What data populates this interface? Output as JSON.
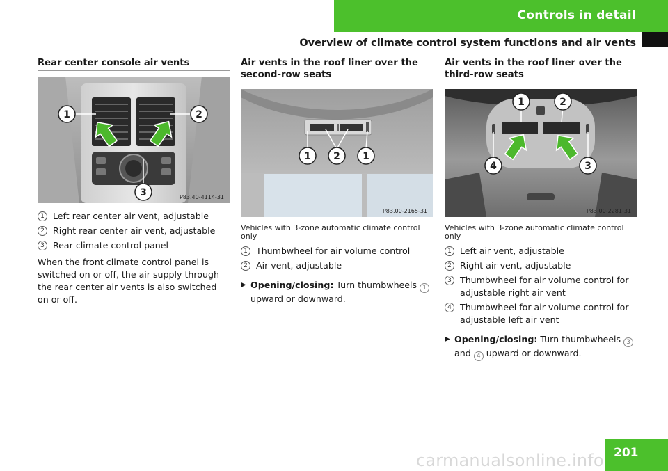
{
  "header": {
    "section": "Controls in detail",
    "subtitle": "Overview of climate control system functions and air vents"
  },
  "col1": {
    "heading": "Rear center console air vents",
    "photo_code": "P83.40-4114-31",
    "callouts": [
      "1",
      "2",
      "3"
    ],
    "legend": [
      {
        "num": "1",
        "text": "Left rear center air vent, adjustable"
      },
      {
        "num": "2",
        "text": "Right rear center air vent, adjustable"
      },
      {
        "num": "3",
        "text": "Rear climate control panel"
      }
    ],
    "paragraph": "When the front climate control panel is switched on or off, the air supply through the rear center air vents is also switched on or off."
  },
  "col2": {
    "heading": "Air vents in the roof liner over the second-row seats",
    "photo_code": "P83.00-2165-31",
    "callouts": [
      "1",
      "2",
      "1"
    ],
    "note": "Vehicles with 3-zone automatic climate control only",
    "legend": [
      {
        "num": "1",
        "text": "Thumbwheel for air volume control"
      },
      {
        "num": "2",
        "text": "Air vent, adjustable"
      }
    ],
    "instruction": {
      "label": "Opening/closing:",
      "pre": "Turn thumbwheels",
      "ref1": "1",
      "post": "upward or downward."
    }
  },
  "col3": {
    "heading": "Air vents in the roof liner over the third-row seats",
    "photo_code": "P83.00-2281-31",
    "callouts": [
      "1",
      "2",
      "3",
      "4"
    ],
    "note": "Vehicles with 3-zone automatic climate control only",
    "legend": [
      {
        "num": "1",
        "text": "Left air vent, adjustable"
      },
      {
        "num": "2",
        "text": "Right air vent, adjustable"
      },
      {
        "num": "3",
        "text": "Thumbwheel for air volume control for adjustable right air vent"
      },
      {
        "num": "4",
        "text": "Thumbwheel for air volume control for adjustable left air vent"
      }
    ],
    "instruction": {
      "label": "Opening/closing:",
      "pre": "Turn thumbwheels",
      "ref1": "3",
      "mid": "and",
      "ref2": "4",
      "post": "upward or downward."
    }
  },
  "footer": {
    "page_number": "201",
    "watermark": "carmanualsonline.info"
  },
  "colors": {
    "accent_green": "#4cc02c",
    "arrow_green": "#4cb82c",
    "rule_gray": "#9a9a9a"
  }
}
